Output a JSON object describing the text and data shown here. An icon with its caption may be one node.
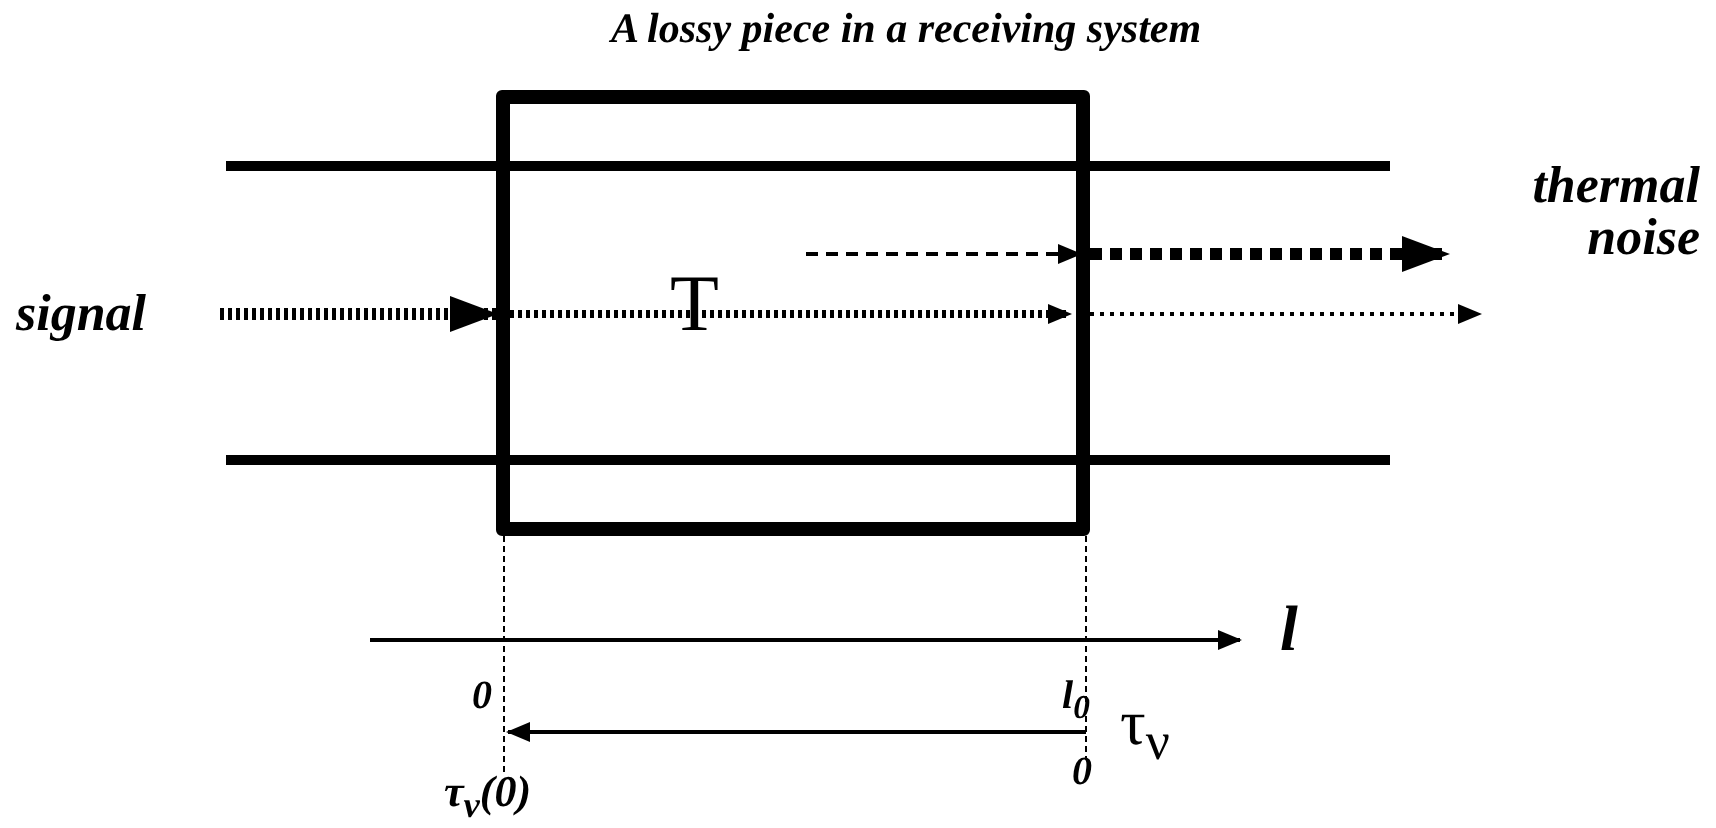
{
  "diagram": {
    "title": "A lossy piece in a receiving system",
    "nodes": [
      {
        "text": [
          "T"
        ]
      },
      {
        "text": [
          "signal"
        ]
      },
      {
        "text": [
          "thermal noise"
        ]
      }
    ],
    "edges": [
      {
        "from": 1,
        "to": 0,
        "arrow": "to",
        "style": "dashed"
      },
      {
        "from": 0,
        "to": 2,
        "arrow": "to",
        "style": "dashed"
      },
      {
        "from": 0,
        "to": null,
        "arrow": "to",
        "style": "dashed"
      }
    ],
    "labels": [
      "l",
      "0",
      "l$_{0}$",
      "τ$_{ν}$",
      "τ$_{ν}$(0)",
      "0"
    ]
  }
}
